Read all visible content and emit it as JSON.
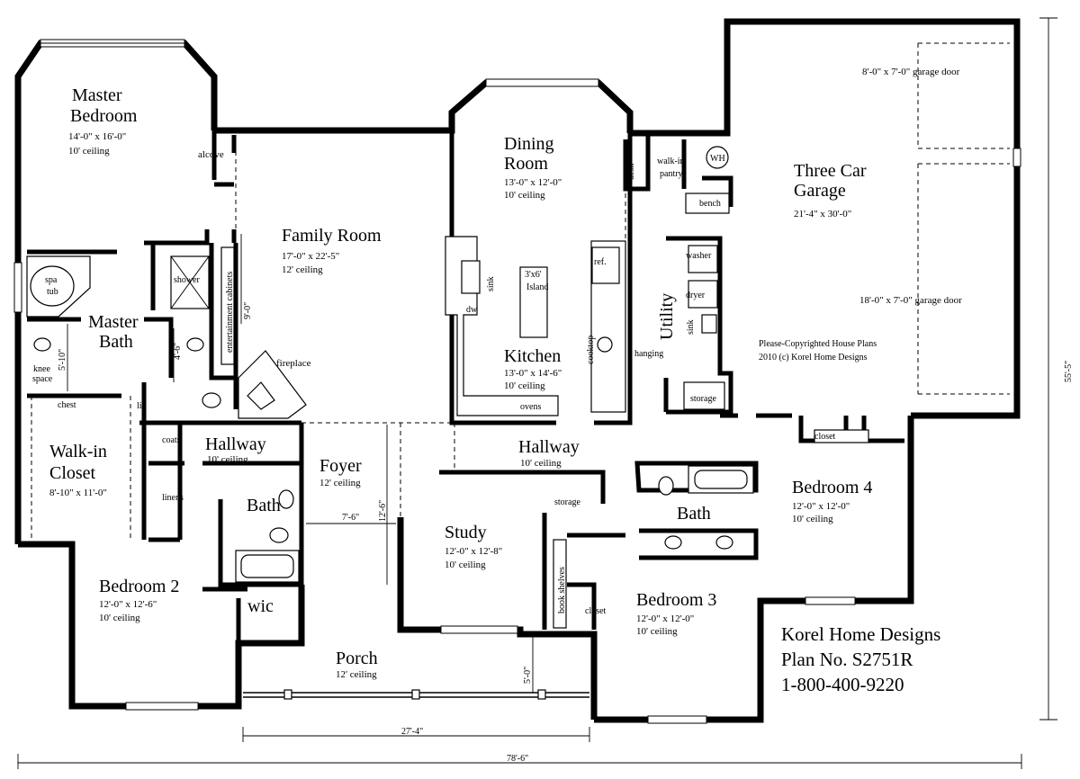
{
  "rooms": {
    "master_bedroom": {
      "name_line1": "Master",
      "name_line2": "Bedroom",
      "size": "14'-0\" x 16'-0\"",
      "ceiling": "10' ceiling"
    },
    "alcove": "alcove",
    "family_room": {
      "name": "Family Room",
      "size": "17'-0\" x 22'-5\"",
      "ceiling": "12' ceiling"
    },
    "dining_room": {
      "name_line1": "Dining",
      "name_line2": "Room",
      "size": "13'-0\" x 12'-0\"",
      "ceiling": "10' ceiling"
    },
    "garage": {
      "name_line1": "Three Car",
      "name_line2": "Garage",
      "size": "21'-4\" x 30'-0\"",
      "door_top": "8'-0\" x 7'-0\" garage door",
      "door_bottom": "18'-0\" x 7'-0\" garage door"
    },
    "master_bath": {
      "name_line1": "Master",
      "name_line2": "Bath"
    },
    "kitchen": {
      "name": "Kitchen",
      "size": "13'-0\" x 14'-6\"",
      "ceiling": "10' ceiling"
    },
    "utility": {
      "name": "Utility"
    },
    "walkin_closet": {
      "name_line1": "Walk-in",
      "name_line2": "Closet",
      "size": "8'-10\" x 11'-0\""
    },
    "hallway_left": {
      "name": "Hallway",
      "ceiling": "10' ceiling"
    },
    "foyer": {
      "name": "Foyer",
      "ceiling": "12' ceiling"
    },
    "hallway_center": {
      "name": "Hallway",
      "ceiling": "10' ceiling"
    },
    "bath_left": {
      "name": "Bath"
    },
    "bath_right": {
      "name": "Bath"
    },
    "study": {
      "name": "Study",
      "size": "12'-0\" x 12'-8\"",
      "ceiling": "10' ceiling"
    },
    "bedroom2": {
      "name": "Bedroom 2",
      "size": "12'-0\" x 12'-6\"",
      "ceiling": "10' ceiling"
    },
    "wic": {
      "name": "wic"
    },
    "bedroom3": {
      "name": "Bedroom 3",
      "size": "12'-0\" x 12'-0\"",
      "ceiling": "10' ceiling"
    },
    "bedroom4": {
      "name": "Bedroom 4",
      "size": "12'-0\" x 12'-0\"",
      "ceiling": "10' ceiling"
    },
    "porch": {
      "name": "Porch",
      "ceiling": "12' ceiling"
    }
  },
  "fixtures": {
    "spa_tub_1": "spa",
    "spa_tub_2": "tub",
    "shower": "shower",
    "entertainment": "entertainment cabinets",
    "fireplace": "fireplace",
    "knee_1": "knee",
    "knee_2": "space",
    "chest": "chest",
    "lin": "lin",
    "coats": "coats",
    "linens": "linens",
    "sink": "sink",
    "dw": "dw",
    "island": "3'x6'",
    "island_2": "Island",
    "ref": "ref.",
    "cooktop": "cooktop",
    "ovens": "ovens",
    "hanging": "hanging",
    "desk": "desk",
    "walkin_pantry_1": "walk-in",
    "walkin_pantry_2": "pantry",
    "wh": "WH",
    "bench": "bench",
    "washer": "washer",
    "dryer": "dryer",
    "utility_sink": "sink",
    "storage_utility": "storage",
    "storage_study": "storage",
    "book_shelves": "book shelves",
    "closet_b3": "closet",
    "closet_b4": "closet"
  },
  "dimensions": {
    "d_9_0": "9'-0\"",
    "d_4_6": "4'-6\"",
    "d_5_10": "5'-10\"",
    "d_7_6": "7'-6\"",
    "d_12_6": "12'-6\"",
    "d_5_0": "5'-0\"",
    "d_27_4": "27'-4\"",
    "d_78_6": "78'-6\"",
    "d_55_5": "55'-5\""
  },
  "copyright": {
    "line1": "Please-Copyrighted House Plans",
    "line2": "2010 (c) Korel Home Designs"
  },
  "title_block": {
    "company": "Korel Home Designs",
    "plan": "Plan No. S2751R",
    "phone": "1-800-400-9220"
  }
}
